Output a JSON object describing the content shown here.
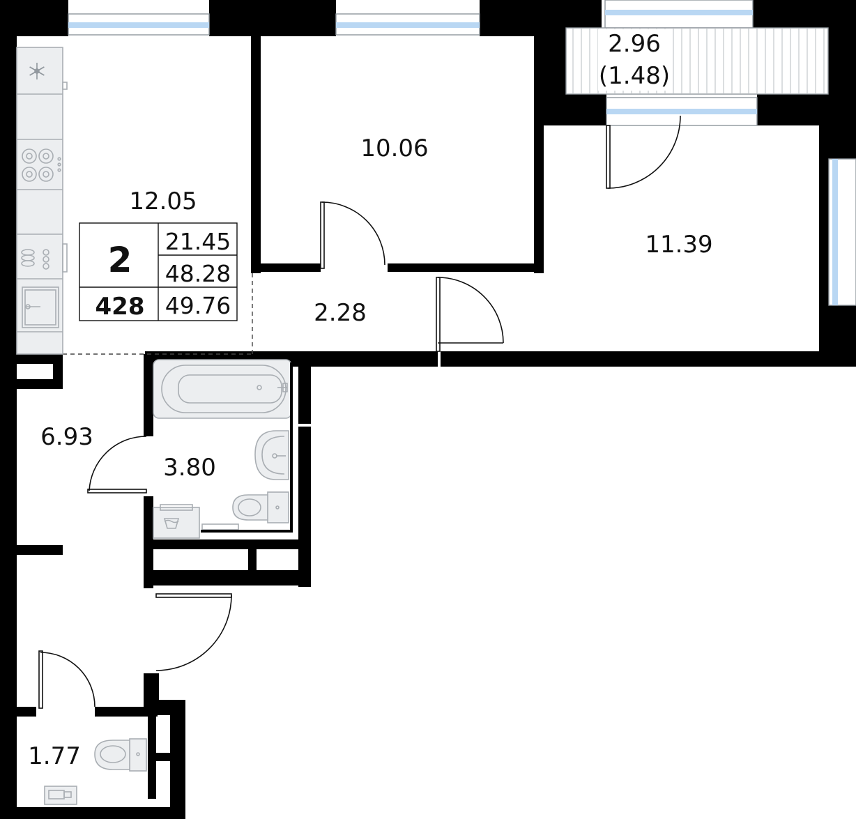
{
  "plan": {
    "rooms": {
      "kitchen": "12.05",
      "bedroom": "10.06",
      "living": "11.39",
      "balcony": "2.96",
      "balcony_reduced": "(1.48)",
      "corridor": "2.28",
      "hall": "6.93",
      "bathroom": "3.80",
      "wc": "1.77"
    },
    "summary": {
      "rooms_count": "2",
      "apartment_number": "428",
      "living_area": "21.45",
      "total_area": "48.28",
      "total_area_with_balcony": "49.76"
    }
  },
  "colors": {
    "wall": "#000000",
    "window_glass": "#b9d7f3",
    "fixture_fill": "#eceef0",
    "fixture_stroke": "#a9aeb3"
  },
  "icons": [
    "snowflake-icon",
    "stove-burners-icon",
    "washing-machine-icon"
  ]
}
